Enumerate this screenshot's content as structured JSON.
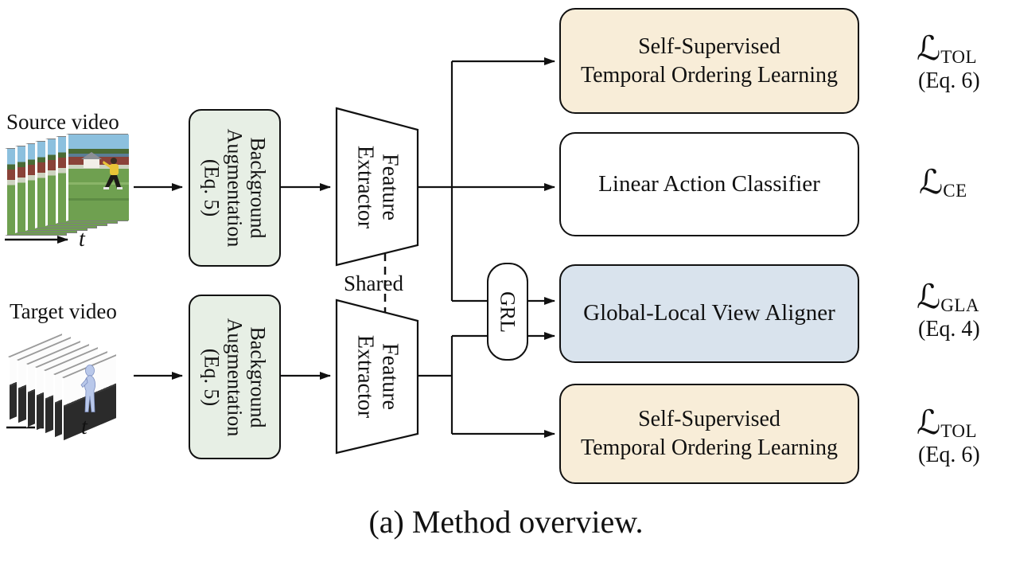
{
  "figure": {
    "caption": "(a) Method overview."
  },
  "inputs": {
    "source": {
      "label": "Source video",
      "time_axis": "t"
    },
    "target": {
      "label": "Target video",
      "time_axis": "t"
    }
  },
  "blocks": {
    "background_augmentation": {
      "line1": "Background",
      "line2": "Augmentation",
      "line3": "(Eq. 5)"
    },
    "feature_extractor": {
      "line1": "Feature",
      "line2": "Extractor"
    },
    "shared": "Shared",
    "grl": "GRL",
    "temporal_ordering": {
      "line1": "Self-Supervised",
      "line2": "Temporal Ordering Learning"
    },
    "classifier": "Linear Action Classifier",
    "aligner": "Global-Local View Aligner"
  },
  "losses": {
    "tol_top": {
      "symbol": "ℒ",
      "subscript": "TOL",
      "eq": "(Eq. 6)"
    },
    "ce": {
      "symbol": "ℒ",
      "subscript": "CE"
    },
    "gla": {
      "symbol": "ℒ",
      "subscript": "GLA",
      "eq": "(Eq. 4)"
    },
    "tol_bottom": {
      "symbol": "ℒ",
      "subscript": "TOL",
      "eq": "(Eq. 6)"
    }
  },
  "colors": {
    "tol-fill": "#f8edd8",
    "gla-fill": "#d9e3ed",
    "aug-fill": "#e7efe5",
    "line": "#111111"
  }
}
